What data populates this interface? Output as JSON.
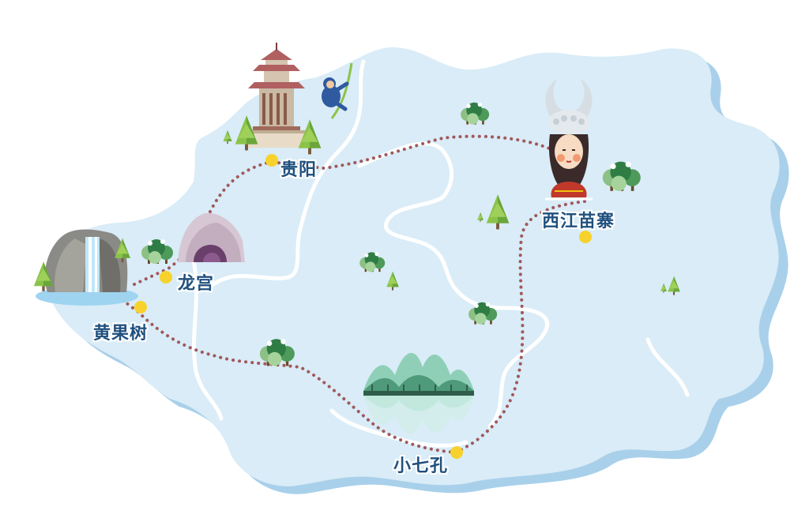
{
  "map": {
    "land_color": "#d9ecf7",
    "shadow_color": "#a9d0ea",
    "river_color": "#ffffff",
    "route_color": "#a0585c",
    "marker_color": "#f7d22c",
    "label_color": "#20507e"
  },
  "places": [
    {
      "id": "guiyang",
      "label": "贵阳",
      "icon": "pagoda-icon"
    },
    {
      "id": "longgong",
      "label": "龙宫",
      "icon": "cave-icon"
    },
    {
      "id": "huangguoshu",
      "label": "黄果树",
      "icon": "waterfall-icon"
    },
    {
      "id": "xiaoqikong",
      "label": "小七孔",
      "icon": "karst-lake-icon"
    },
    {
      "id": "xijiang",
      "label": "西江苗寨",
      "icon": "miao-woman-icon"
    }
  ]
}
